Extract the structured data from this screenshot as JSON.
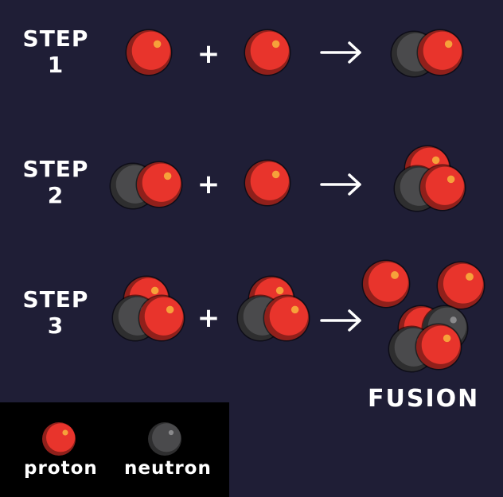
{
  "steps": [
    {
      "label_word": "STEP",
      "label_num": "1"
    },
    {
      "label_word": "STEP",
      "label_num": "2"
    },
    {
      "label_word": "STEP",
      "label_num": "3"
    }
  ],
  "operators": {
    "plus": "+",
    "arrow": "→"
  },
  "result_label": "FUSION",
  "legend": {
    "proton": "proton",
    "neutron": "neutron"
  },
  "colors": {
    "background": "#1f1e36",
    "proton": "#e8342c",
    "neutron": "#4a4a4c",
    "legend_bg": "#000000"
  }
}
